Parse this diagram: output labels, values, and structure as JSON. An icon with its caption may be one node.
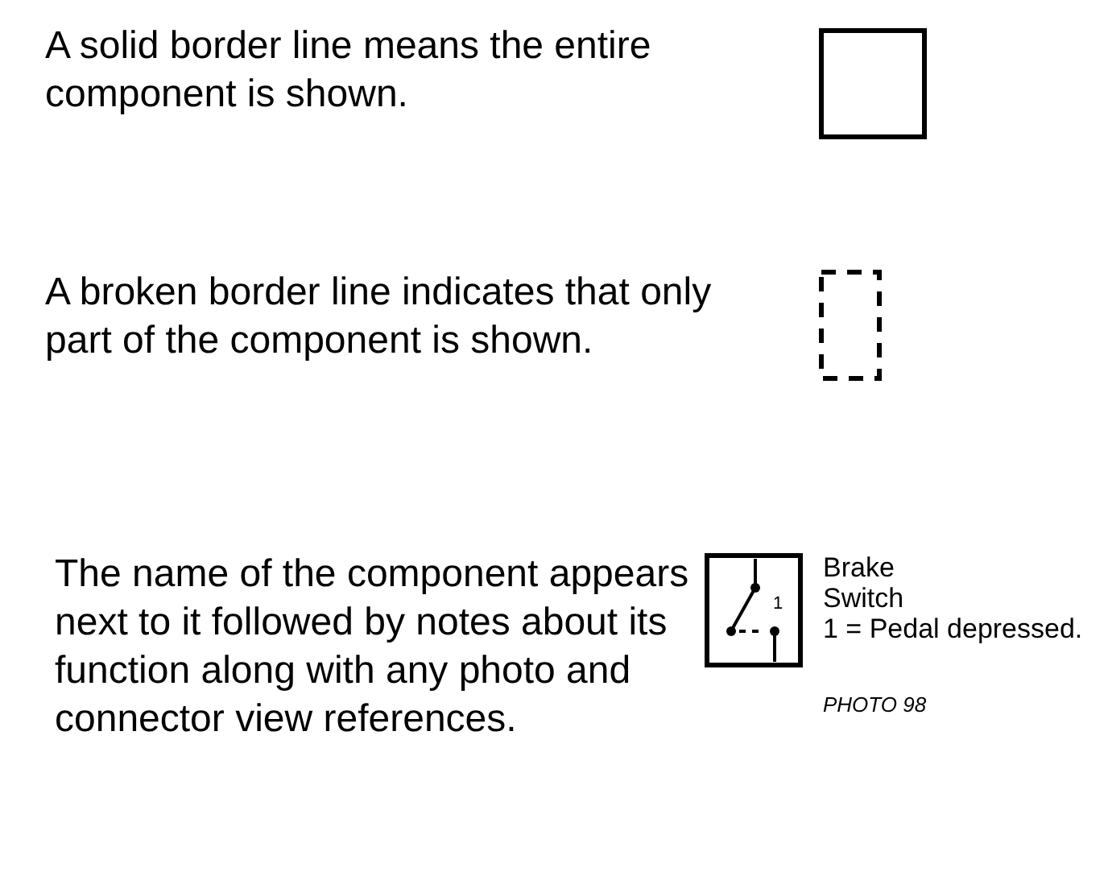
{
  "diagram": {
    "labels": [
      "A solid border line means the entire component is shown.",
      "A broken border line indicates that only part of the component is shown.",
      "The name of the component appears next to it followed by notes about its function along with any photo and connector view references.",
      "1",
      "Brake Switch",
      "1 = Pedal depressed.",
      "PHOTO 98"
    ]
  }
}
